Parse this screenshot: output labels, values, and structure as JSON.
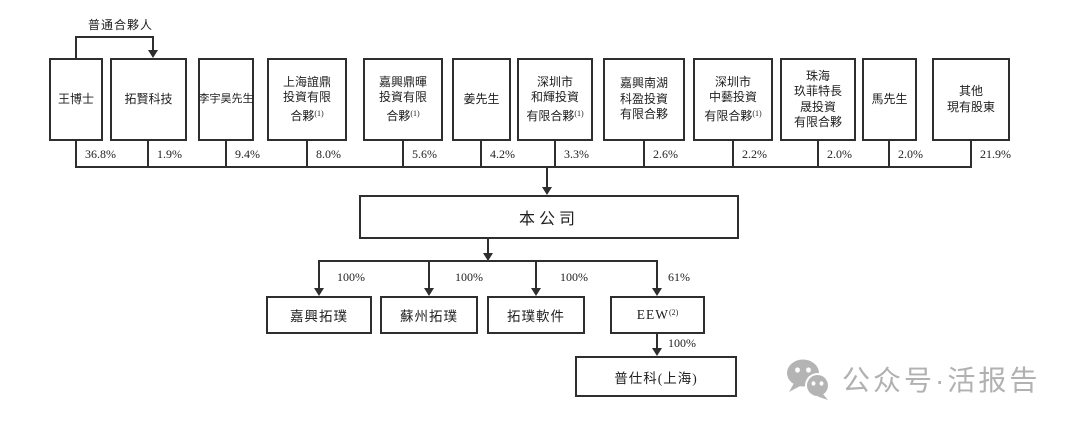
{
  "diagram": {
    "gp_label": "普通合夥人",
    "shareholders": [
      {
        "lines": [
          "王博士"
        ],
        "sup": "",
        "pct": "36.8%"
      },
      {
        "lines": [
          "拓賢科技"
        ],
        "sup": "",
        "pct": "1.9%"
      },
      {
        "lines": [
          "李宇昊先生"
        ],
        "sup": "",
        "pct": "9.4%"
      },
      {
        "lines": [
          "上海誼鼎",
          "投資有限",
          "合夥"
        ],
        "sup": "(1)",
        "pct": "8.0%"
      },
      {
        "lines": [
          "嘉興鼎暉",
          "投資有限",
          "合夥"
        ],
        "sup": "(1)",
        "pct": "5.6%"
      },
      {
        "lines": [
          "姜先生"
        ],
        "sup": "",
        "pct": "4.2%"
      },
      {
        "lines": [
          "深圳市",
          "和輝投資",
          "有限合夥"
        ],
        "sup": "(1)",
        "pct": "3.3%"
      },
      {
        "lines": [
          "嘉興南湖",
          "科盈投資",
          "有限合夥"
        ],
        "sup": "",
        "pct": "2.6%"
      },
      {
        "lines": [
          "深圳市",
          "中藝投資",
          "有限合夥"
        ],
        "sup": "(1)",
        "pct": "2.2%"
      },
      {
        "lines": [
          "珠海",
          "玖菲特長",
          "晟投資",
          "有限合夥"
        ],
        "sup": "",
        "pct": "2.0%"
      },
      {
        "lines": [
          "馬先生"
        ],
        "sup": "",
        "pct": "2.0%"
      },
      {
        "lines": [
          "其他",
          "現有股東"
        ],
        "sup": "",
        "pct": "21.9%"
      }
    ],
    "company": {
      "name": "本公司"
    },
    "subsidiaries": [
      {
        "name": "嘉興拓璞",
        "sup": "",
        "pct": "100%"
      },
      {
        "name": "蘇州拓璞",
        "sup": "",
        "pct": "100%"
      },
      {
        "name": "拓璞軟件",
        "sup": "",
        "pct": "100%"
      },
      {
        "name": "EEW",
        "sup": "(2)",
        "pct": "61%"
      }
    ],
    "sub_subsidiary": {
      "name": "普仕科(上海)",
      "pct": "100%"
    }
  },
  "watermark": {
    "text": "公众号·活报告"
  },
  "colors": {
    "line": "#2e2e2e",
    "text": "#1f1f1f",
    "watermark": "#b1b1b1"
  }
}
